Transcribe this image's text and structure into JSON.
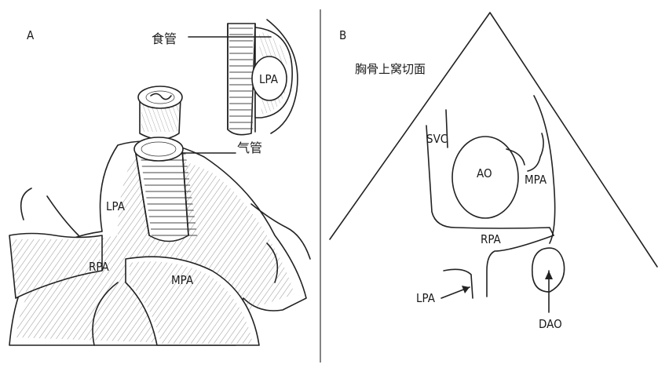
{
  "panel_a": {
    "letter": "A",
    "labels": {
      "esophagus": "食管",
      "trachea": "气管",
      "lpa_inset": "LPA",
      "lpa": "LPA",
      "rpa": "RPA",
      "mpa": "MPA"
    }
  },
  "panel_b": {
    "letter": "B",
    "view_title": "胸骨上窝切面",
    "labels": {
      "svc": "SVC",
      "ao": "AO",
      "mpa": "MPA",
      "rpa": "RPA",
      "lpa": "LPA",
      "dao": "DAO"
    }
  },
  "colors": {
    "ink": "#222222",
    "background": "#ffffff"
  }
}
